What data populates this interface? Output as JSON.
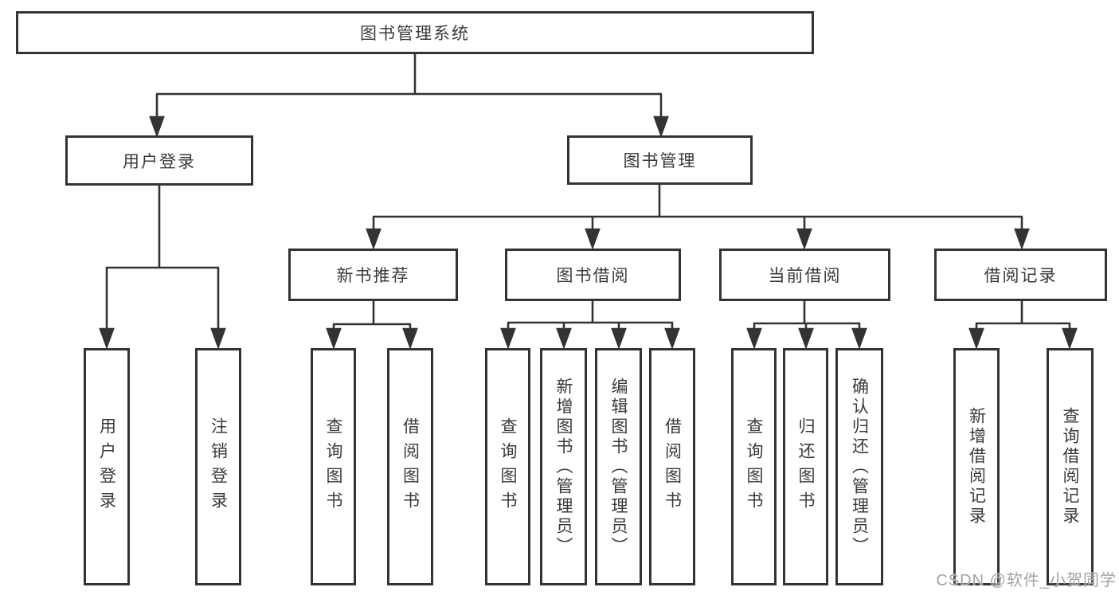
{
  "diagram": {
    "root": {
      "label": "图书管理系统"
    },
    "branches": [
      {
        "label": "用户登录",
        "children": [
          {
            "label": "用户登录"
          },
          {
            "label": "注销登录"
          }
        ]
      },
      {
        "label": "图书管理",
        "modules": [
          {
            "label": "新书推荐",
            "children": [
              {
                "label": "查询图书"
              },
              {
                "label": "借阅图书"
              }
            ]
          },
          {
            "label": "图书借阅",
            "children": [
              {
                "label": "查询图书"
              },
              {
                "label": "新增图书（管理员）"
              },
              {
                "label": "编辑图书（管理员）"
              },
              {
                "label": "借阅图书"
              }
            ]
          },
          {
            "label": "当前借阅",
            "children": [
              {
                "label": "查询图书"
              },
              {
                "label": "归还图书"
              },
              {
                "label": "确认归还（管理员）"
              }
            ]
          },
          {
            "label": "借阅记录",
            "children": [
              {
                "label": "新增借阅记录"
              },
              {
                "label": "查询借阅记录"
              }
            ]
          }
        ]
      }
    ]
  },
  "colors": {
    "line": "#333333",
    "box_border": "#333333",
    "text": "#3a3a3a",
    "background": "#ffffff",
    "watermark": "#a1a3a5"
  },
  "watermark": {
    "text": "CSDN @软件_小贺同学"
  }
}
